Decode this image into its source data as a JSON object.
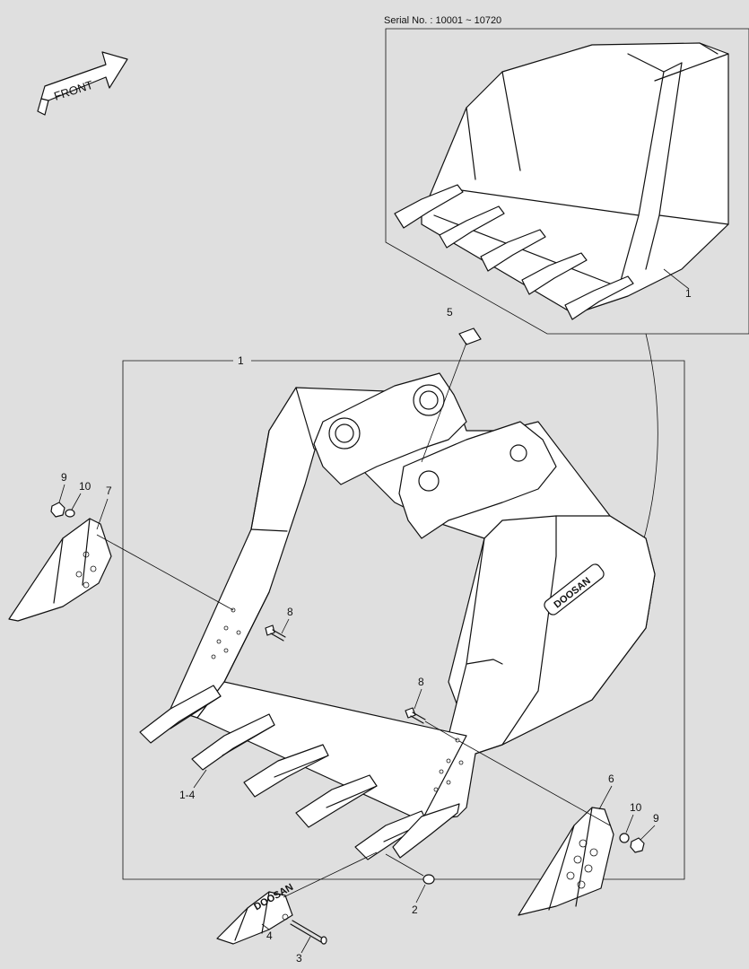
{
  "serial": "Serial No. : 10001 ~ 10720",
  "front_label": "FRONT",
  "logo_text": "DOOSAN",
  "callouts": {
    "c1_inset": "1",
    "c1_main": "1",
    "c1_4": "1-4",
    "c2": "2",
    "c3": "3",
    "c4": "4",
    "c5": "5",
    "c6": "6",
    "c7": "7",
    "c8_upper": "8",
    "c8_lower": "8",
    "c9_left": "9",
    "c10_left": "10",
    "c10_right": "10",
    "c9_right": "9"
  }
}
